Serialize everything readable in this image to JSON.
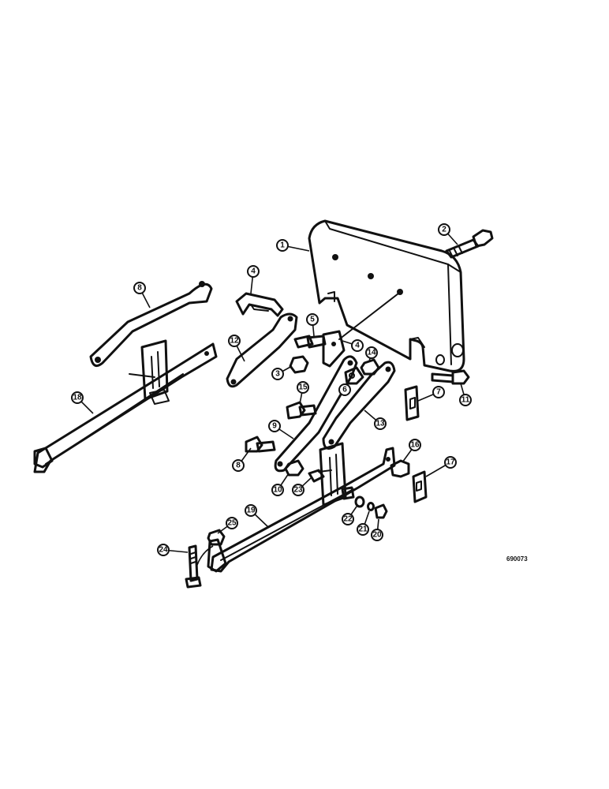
{
  "diagram": {
    "figure_code": "690073",
    "callouts": [
      {
        "label": "1"
      },
      {
        "label": "2"
      },
      {
        "label": "4"
      },
      {
        "label": "8"
      },
      {
        "label": "5"
      },
      {
        "label": "12"
      },
      {
        "label": "4"
      },
      {
        "label": "14"
      },
      {
        "label": "3"
      },
      {
        "label": "6"
      },
      {
        "label": "7"
      },
      {
        "label": "11"
      },
      {
        "label": "15"
      },
      {
        "label": "13"
      },
      {
        "label": "18"
      },
      {
        "label": "9"
      },
      {
        "label": "16"
      },
      {
        "label": "17"
      },
      {
        "label": "8"
      },
      {
        "label": "10"
      },
      {
        "label": "23"
      },
      {
        "label": "19"
      },
      {
        "label": "22"
      },
      {
        "label": "21"
      },
      {
        "label": "20"
      },
      {
        "label": "25"
      },
      {
        "label": "24"
      }
    ]
  }
}
